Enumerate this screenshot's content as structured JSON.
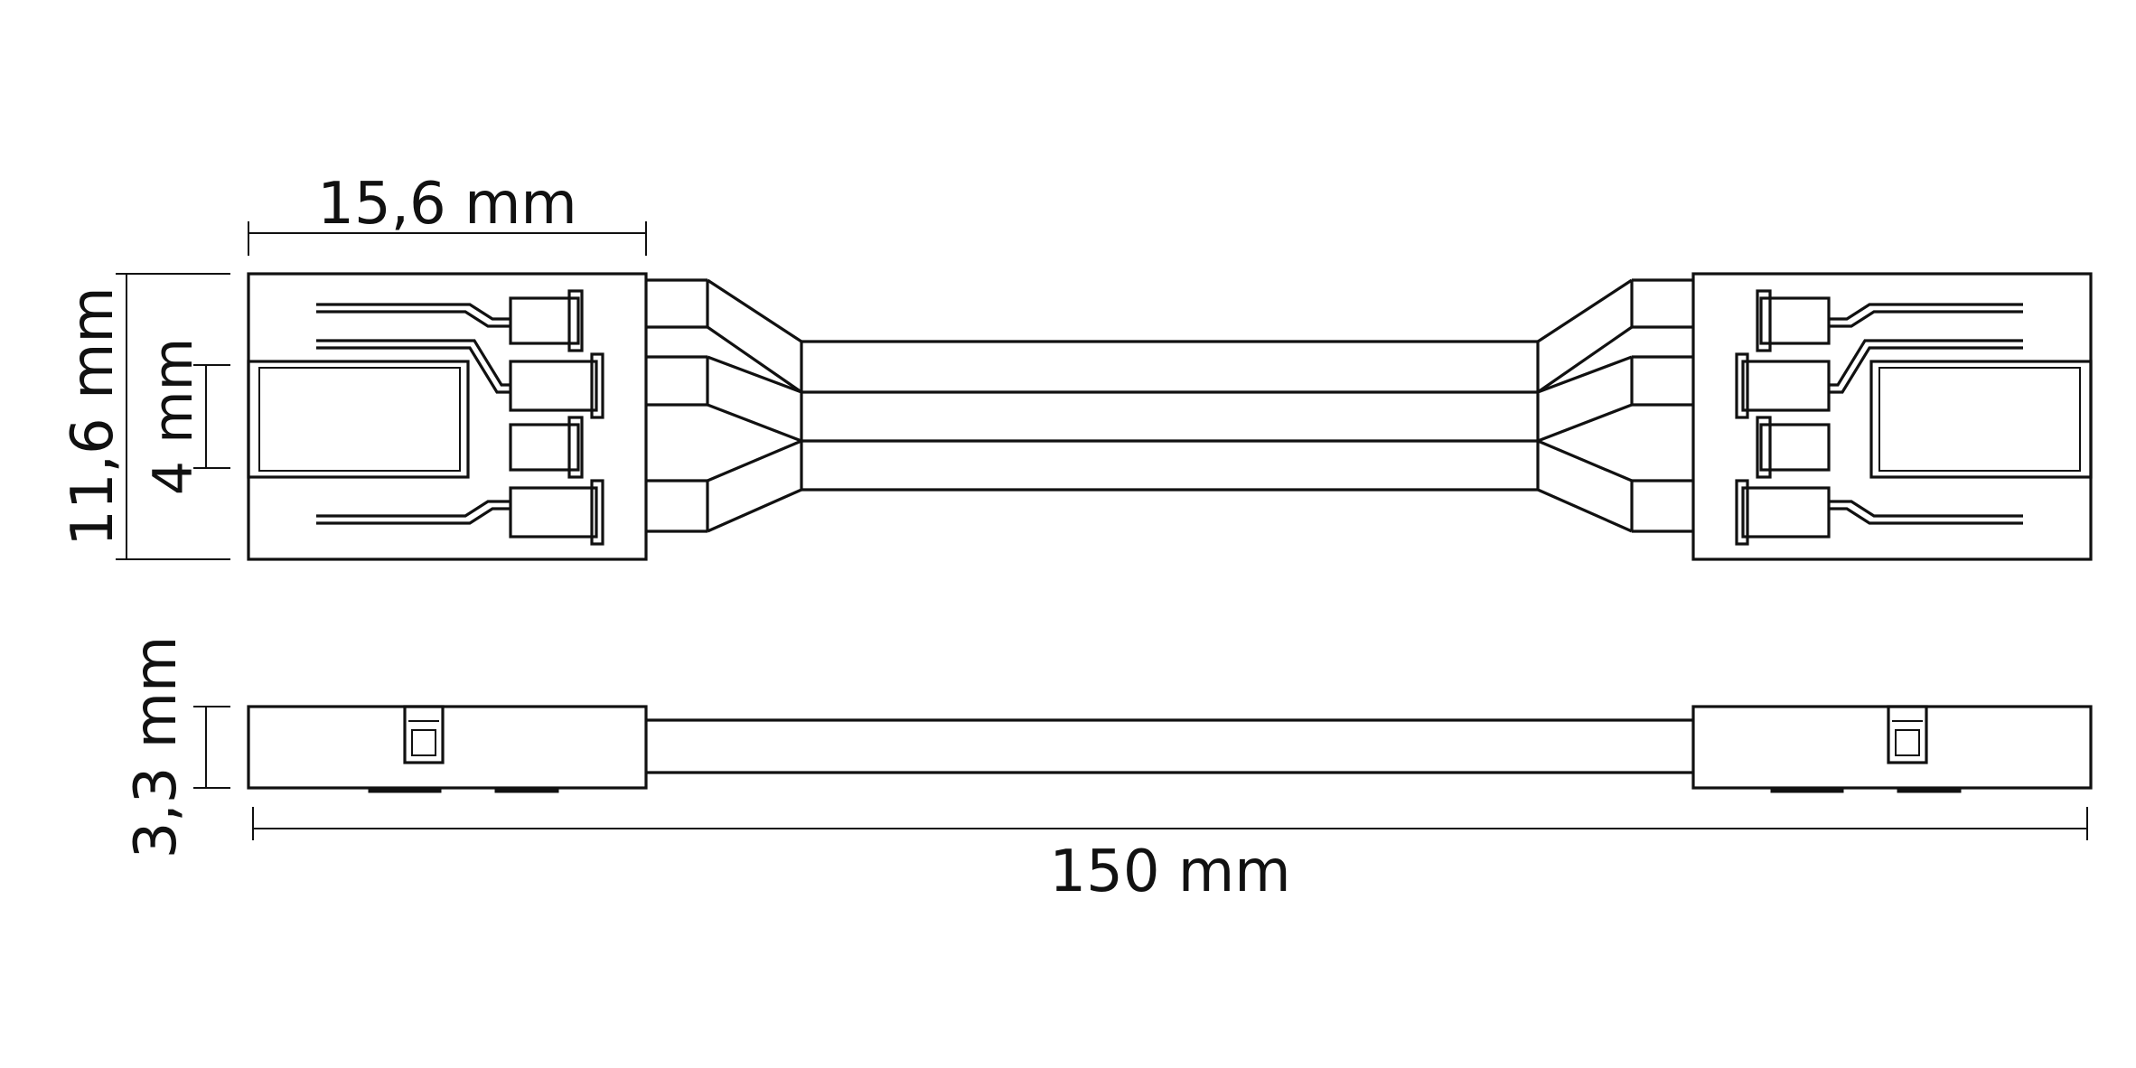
{
  "dimensions": {
    "width_top": "15,6 mm",
    "height_left": "11,6 mm",
    "pitch": "4 mm",
    "thickness": "3,3 mm",
    "length": "150 mm"
  },
  "colors": {
    "line": "#111111",
    "background": "#ffffff"
  }
}
